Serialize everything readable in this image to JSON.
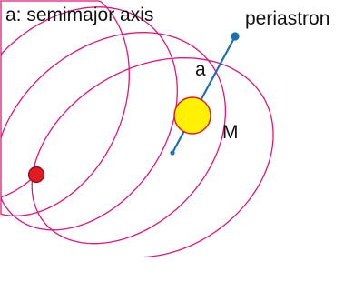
{
  "labels": {
    "semimajor_axis": "a: semimajor axis",
    "periastron": "periastron",
    "axis_symbol": "a",
    "mass_symbol": "M"
  },
  "colors": {
    "orbit": "#e0157a",
    "axis_line": "#1a6fb5",
    "periastron_dot": "#1a6fb5",
    "star_fill": "#fff200",
    "star_stroke": "#e02020",
    "planet_fill": "#e01b24",
    "planet_stroke": "#8a0a10",
    "text": "#111111"
  },
  "icons": {
    "star": "central-star-icon",
    "planet": "planet-icon"
  }
}
